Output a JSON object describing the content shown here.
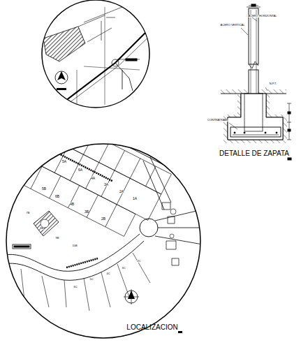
{
  "diagram": {
    "labels": [
      "DETALLE DE ZAPATA",
      "LOCALIZACION",
      "ACERO HORIZONTAL",
      "ACERO VERTICAL",
      "N.P.T.",
      "CONTRATRABE",
      "5A",
      "6A",
      "4A",
      "3A",
      "2A",
      "1A",
      "5B",
      "6B",
      "4B",
      "3B",
      "2B",
      "7B",
      "8B",
      "9B",
      "10B",
      "6C",
      "5C",
      "4C",
      "3C",
      "2C"
    ]
  }
}
